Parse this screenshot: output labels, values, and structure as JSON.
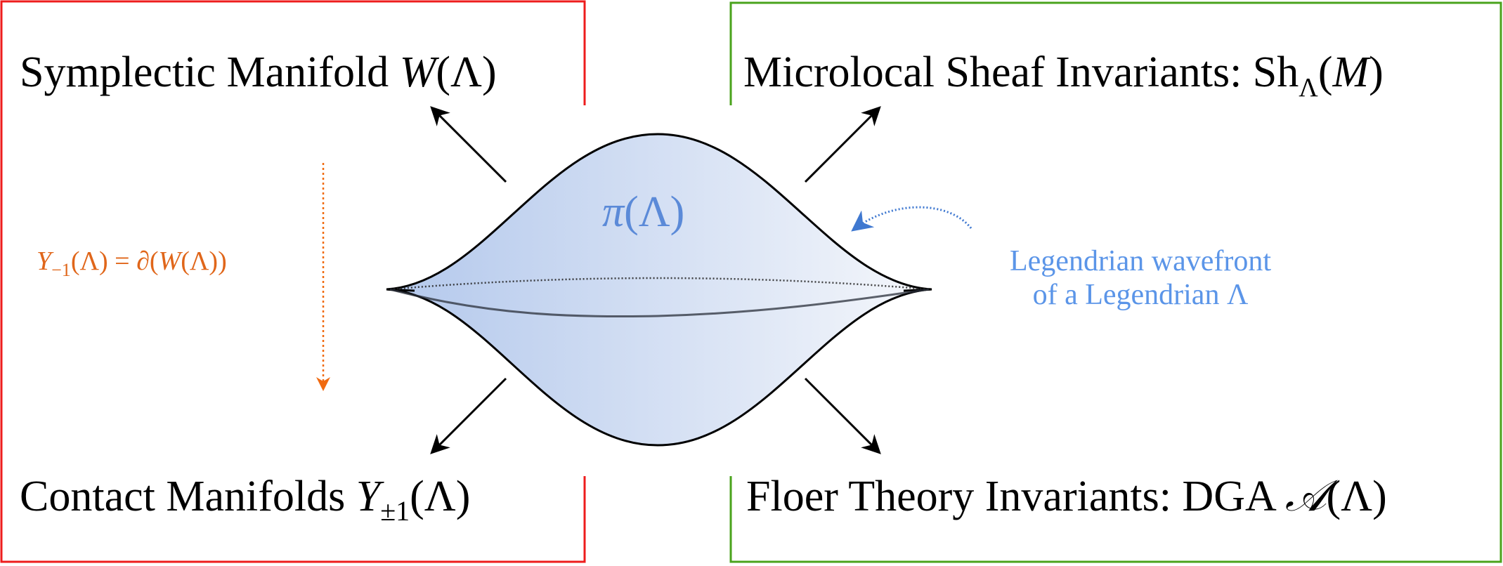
{
  "labels": {
    "symplectic": {
      "text": "Symplectic Manifold ",
      "math": "W",
      "arg": "(Λ)"
    },
    "microlocal": {
      "text": "Microlocal Sheaf Invariants: Sh",
      "sub": "Λ",
      "arg_open": "(",
      "math": "M",
      "arg_close": ")"
    },
    "contact": {
      "text": "Contact Manifolds ",
      "math": "Y",
      "sub": "±1",
      "arg": "(Λ)"
    },
    "floer": {
      "text": "Floer Theory Invariants: DGA ",
      "math": "𝒜",
      "arg": "(Λ)"
    },
    "boundary": {
      "math": "Y",
      "sub": "−1",
      "rest_open": "(Λ) = ∂(",
      "math2": "W",
      "rest_close": "(Λ))"
    },
    "projection": {
      "math": "π",
      "arg": "(Λ)"
    },
    "wavefront_line1": "Legendrian wavefront",
    "wavefront_line2": "of a Legendrian Λ"
  },
  "colors": {
    "red_box": "#ee1c1c",
    "green_box": "#4aa31c",
    "orange": "#e0661a",
    "blue_text": "#5b95e8",
    "blue_fill_left": "#b7cbec",
    "blue_fill_right": "#f4f6fb"
  }
}
